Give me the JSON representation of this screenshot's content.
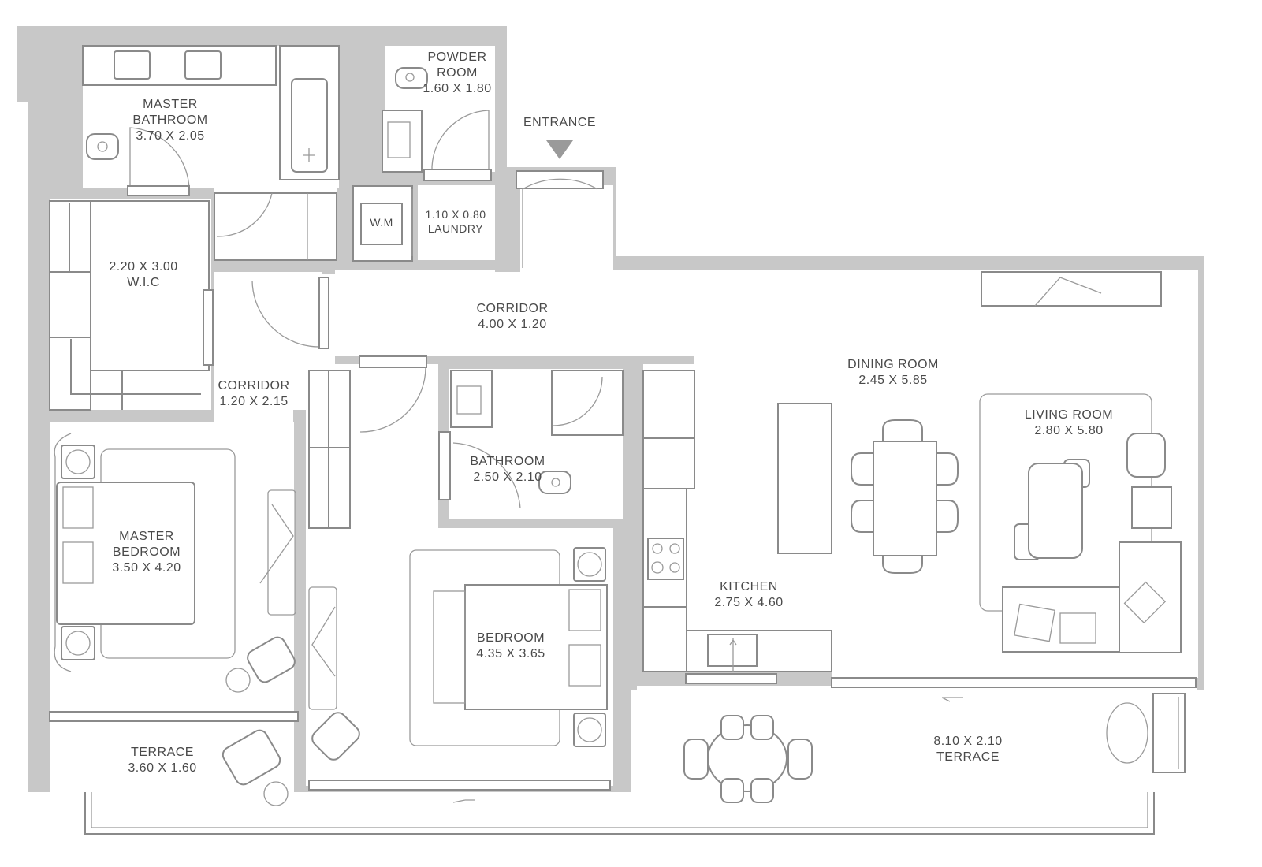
{
  "plan": {
    "entrance_label": "ENTRANCE",
    "wall_color": "#c8c8c8",
    "line_color": "#8a8a8a",
    "text_color": "#4a4a4a",
    "rooms": {
      "master_bathroom": {
        "name_line1": "MASTER",
        "name_line2": "BATHROOM",
        "size": "3.70 X 2.05"
      },
      "powder_room": {
        "name_line1": "POWDER",
        "name_line2": "ROOM",
        "size": "1.60 X 1.80"
      },
      "laundry": {
        "size": "1.10 X 0.80",
        "name": "LAUNDRY",
        "appliance": "W.M"
      },
      "wic": {
        "size": "2.20 X 3.00",
        "name": "W.I.C"
      },
      "corridor_main": {
        "name": "CORRIDOR",
        "size": "4.00 X 1.20"
      },
      "corridor_side": {
        "name": "CORRIDOR",
        "size": "1.20 X 2.15"
      },
      "dining_room": {
        "name": "DINING ROOM",
        "size": "2.45 X 5.85"
      },
      "living_room": {
        "name": "LIVING ROOM",
        "size": "2.80 X 5.80"
      },
      "bathroom": {
        "name": "BATHROOM",
        "size": "2.50 X 2.10"
      },
      "master_bedroom": {
        "name_line1": "MASTER",
        "name_line2": "BEDROOM",
        "size": "3.50 X 4.20"
      },
      "bedroom": {
        "name": "BEDROOM",
        "size": "4.35 X 3.65"
      },
      "kitchen": {
        "name": "KITCHEN",
        "size": "2.75 X 4.60"
      },
      "terrace_small": {
        "name": "TERRACE",
        "size": "3.60 X 1.60"
      },
      "terrace_large": {
        "size": "8.10 X 2.10",
        "name": "TERRACE"
      }
    }
  }
}
